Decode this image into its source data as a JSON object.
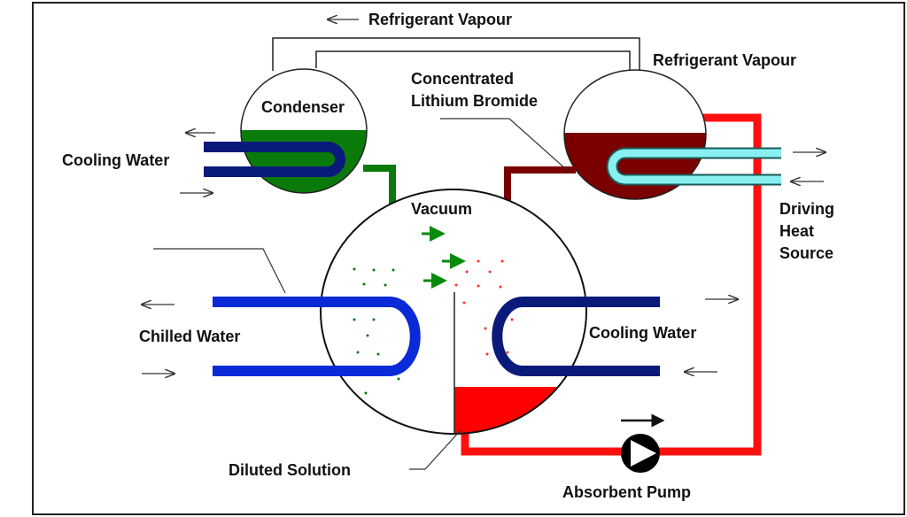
{
  "labels": {
    "refrigerant_vapour_top": "Refrigerant Vapour",
    "refrigerant_vapour_right": "Refrigerant Vapour",
    "condenser": "Condenser",
    "concentrated_line1": "Concentrated",
    "concentrated_line2": "Lithium Bromide",
    "cooling_water_left": "Cooling Water",
    "vacuum": "Vacuum",
    "driving_line1": "Driving",
    "driving_line2": "Heat",
    "driving_line3": "Source",
    "chilled_water": "Chilled Water",
    "cooling_water_right": "Cooling Water",
    "diluted_solution": "Diluted Solution",
    "absorbent_pump": "Absorbent Pump"
  },
  "colors": {
    "condensate": "#0a7a0a",
    "concentrated_solution": "#7a0000",
    "diluted_solution": "#ff0000",
    "chilled_water_tube": "#0a2ad8",
    "cooling_water_tube": "#0a1a7a",
    "heat_source_tube": "#88f0f0"
  }
}
